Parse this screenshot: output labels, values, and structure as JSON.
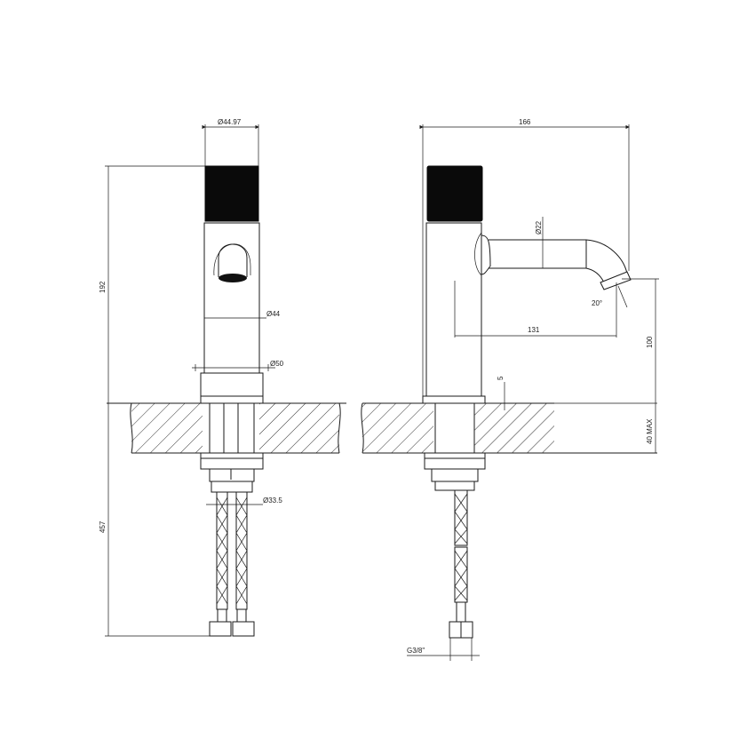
{
  "title": "Basin mixer technical drawing",
  "colors": {
    "line": "#1a1a1a",
    "fill_solid": "#0a0a0a",
    "background": "#ffffff"
  },
  "front_view": {
    "labels": {
      "top_diameter": "Ø44.97",
      "height": "192",
      "body_diameter": "Ø44",
      "base_diameter": "Ø50",
      "hose_diameter": "Ø33.5",
      "hose_length": "457"
    }
  },
  "side_view": {
    "labels": {
      "overall_depth": "166",
      "spout_diameter": "Ø22",
      "spout_angle": "20°",
      "spout_reach": "131",
      "spout_height": "100",
      "base_thickness": "5",
      "max_deck": "40 MAX",
      "connection": "G3/8\""
    }
  }
}
